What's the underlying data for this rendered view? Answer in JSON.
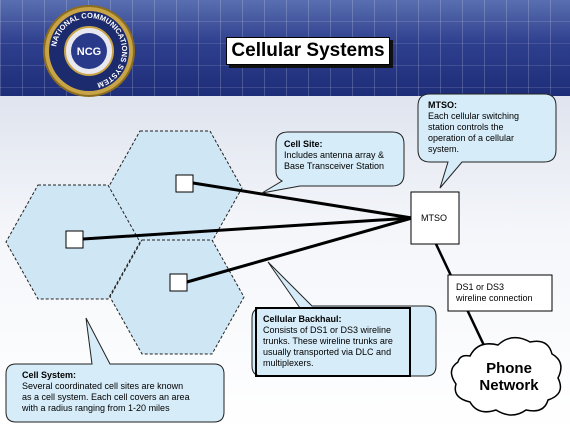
{
  "title": "Cellular Systems",
  "logo": {
    "ring_text": "NATIONAL COMMUNICATIONS SYSTEM",
    "center_text": "NCG"
  },
  "callouts": {
    "cell_site": {
      "heading": "Cell Site:",
      "lines": [
        "Includes antenna array &",
        "Base Transceiver Station"
      ]
    },
    "mtso": {
      "heading": "MTSO:",
      "lines": [
        "Each cellular switching",
        "station controls the",
        "operation of a cellular",
        "system."
      ]
    },
    "backhaul": {
      "heading": "Cellular Backhaul:",
      "lines": [
        "Consists of DS1 or DS3 wireline",
        "trunks. These wireline trunks are",
        "usually transported via DLC and",
        "multiplexers."
      ]
    },
    "cell_system": {
      "heading": "Cell System:",
      "lines": [
        "Several coordinated cell sites are known",
        "as a cell system. Each cell covers an area",
        "with a radius ranging from 1-20 miles"
      ]
    },
    "ds_connection": {
      "lines": [
        "DS1 or DS3",
        "wireline connection"
      ]
    }
  },
  "mtso_box_label": "MTSO",
  "phone_network": {
    "lines": [
      "Phone",
      "Network"
    ]
  },
  "colors": {
    "banner": "#2e3f8e",
    "cell_fill": "#cfe6f5",
    "callout_fill": "#d6ecf8"
  }
}
